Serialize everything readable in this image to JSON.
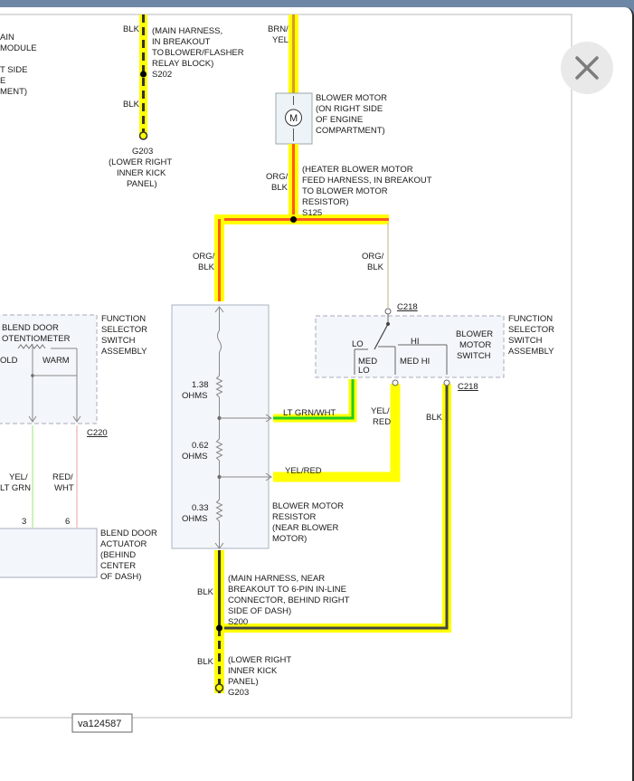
{
  "diagram_id": "va124587",
  "close_label": "close",
  "labels": {
    "top_left_lines": [
      "AIN",
      "MODULE",
      "T SIDE",
      "E",
      "MENT)"
    ],
    "blk_top": "BLK",
    "main_harness_top": [
      "(MAIN HARNESS,",
      "IN BREAKOUT",
      "TO",
      "BLOWER/FLASHER",
      "RELAY BLOCK)"
    ],
    "s202": "S202",
    "blk_mid": "BLK",
    "g203_top": [
      "G203",
      "(LOWER RIGHT",
      "INNER KICK",
      "PANEL)"
    ],
    "brn_yel": [
      "BRN/",
      "YEL"
    ],
    "blower_motor": [
      "BLOWER MOTOR",
      "(ON RIGHT SIDE",
      "OF ENGINE",
      "COMPARTMENT)"
    ],
    "motor_symbol": "M",
    "org_blk_1": [
      "ORG/",
      "BLK"
    ],
    "heater_feed": [
      "(HEATER BLOWER MOTOR",
      "FEED HARNESS, IN BREAKOUT",
      "TO BLOWER MOTOR",
      "RESISTOR)"
    ],
    "s125": "S125",
    "org_blk_left": [
      "ORG/",
      "BLK"
    ],
    "org_blk_right": [
      "ORG/",
      "BLK"
    ],
    "c218_top": "C218",
    "func_sel_left": [
      "FUNCTION",
      "SELECTOR",
      "SWITCH",
      "ASSEMBLY"
    ],
    "blend_pot": [
      "BLEND DOOR",
      "OTENTIOMETER"
    ],
    "cold": "OLD",
    "warm": "WARM",
    "c220": "C220",
    "yel_ltgrn": [
      "YEL/",
      "LT GRN"
    ],
    "red_wht": [
      "RED/",
      "WHT"
    ],
    "pin3": "3",
    "pin6": "6",
    "blend_actuator": [
      "BLEND DOOR",
      "ACTUATOR",
      "(BEHIND",
      "CENTER",
      "OF DASH)"
    ],
    "ohms_1": [
      "1.38",
      "OHMS"
    ],
    "ohms_2": [
      "0.62",
      "OHMS"
    ],
    "ohms_3": [
      "0.33",
      "OHMS"
    ],
    "lt_grn_wht": "LT GRN/WHT",
    "yel_red_right": [
      "YEL/",
      "RED"
    ],
    "yel_red_bottom": "YEL/RED",
    "blk_right": "BLK",
    "blower_resistor": [
      "BLOWER MOTOR",
      "RESISTOR",
      "(NEAR BLOWER",
      "MOTOR)"
    ],
    "lo": "LO",
    "hi": "HI",
    "med_lo": [
      "MED",
      "LO"
    ],
    "med_hi": "MED HI",
    "blower_switch": [
      "BLOWER",
      "MOTOR",
      "SWITCH"
    ],
    "func_sel_right": [
      "FUNCTION",
      "SELECTOR",
      "SWITCH",
      "ASSEMBLY"
    ],
    "c218_bottom": "C218",
    "blk_bottom": "BLK",
    "main_harness_bottom": [
      "(MAIN HARNESS, NEAR",
      "BREAKOUT TO 6-PIN IN-LINE",
      "CONNECTOR, BEHIND RIGHT",
      "SIDE OF DASH)"
    ],
    "s200": "S200",
    "blk_bottom2": "BLK",
    "g203_bottom": [
      "(LOWER RIGHT",
      "INNER KICK",
      "PANEL)"
    ],
    "g203_b": "G203"
  }
}
